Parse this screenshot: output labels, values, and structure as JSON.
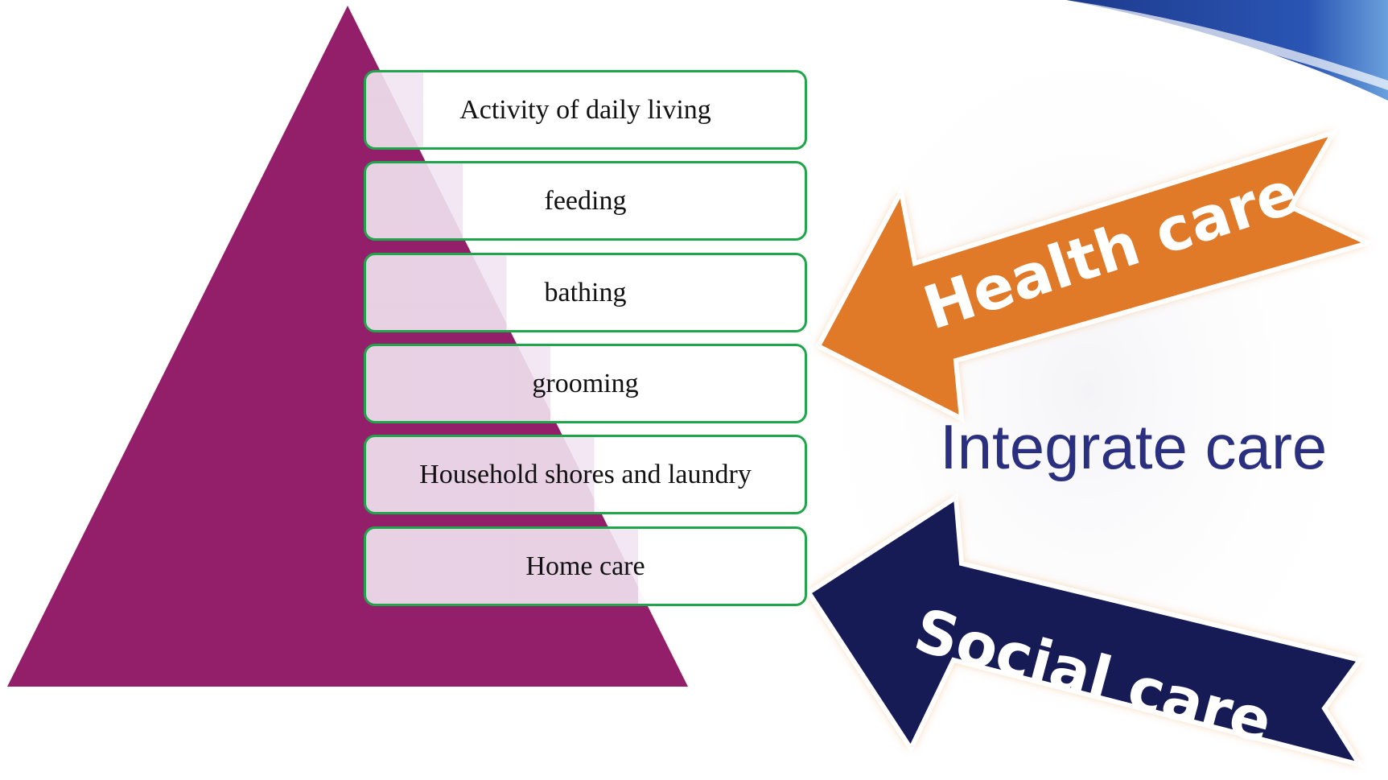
{
  "pyramid": {
    "items": [
      "Activity of daily living",
      "feeding",
      "bathing",
      "grooming",
      "Household shores and laundry",
      "Home care"
    ]
  },
  "center_label": "Integrate care",
  "arrows": {
    "health": {
      "label": "Health care",
      "color": "#e07a28"
    },
    "social": {
      "label": "Social care",
      "color": "#161a55"
    }
  },
  "colors": {
    "pyramid": "#931f6a",
    "box_border": "#1fa64b",
    "accent_blue": "#2a2f7f"
  }
}
